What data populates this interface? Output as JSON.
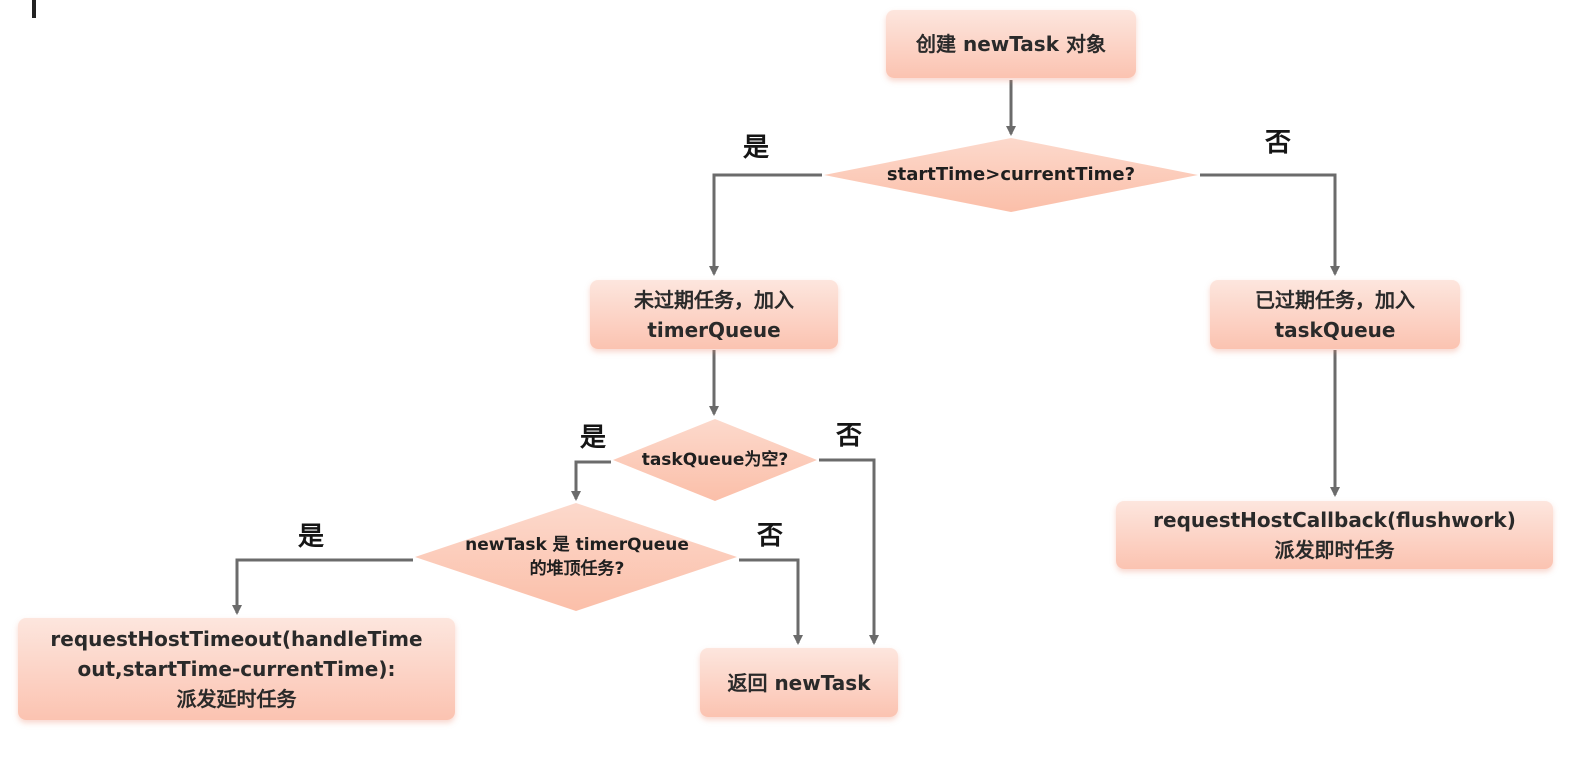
{
  "colors": {
    "box_fill_top": "#fde6de",
    "box_fill_bottom": "#fbc3b1",
    "diamond_fill": "#fbc8b6",
    "edge": "#6b6b6b",
    "text": "#2a2a2a"
  },
  "nodes": {
    "create_task": "创建 newTask 对象",
    "check_start_time": "startTime>currentTime?",
    "not_expired": "未过期任务，加入\ntimerQueue",
    "expired": "已过期任务，加入\ntaskQueue",
    "check_task_queue_empty": "taskQueue为空?",
    "check_heap_top": "newTask 是 timerQueue\n的堆顶任务?",
    "request_host_callback": "requestHostCallback(flushwork)\n派发即时任务",
    "request_host_timeout": "requestHostTimeout(handleTime\nout,startTime-currentTime):\n派发延时任务",
    "return_task": "返回 newTask"
  },
  "branch_labels": {
    "start_time_yes": "是",
    "start_time_no": "否",
    "queue_empty_yes": "是",
    "queue_empty_no": "否",
    "heap_top_yes": "是",
    "heap_top_no": "否"
  }
}
